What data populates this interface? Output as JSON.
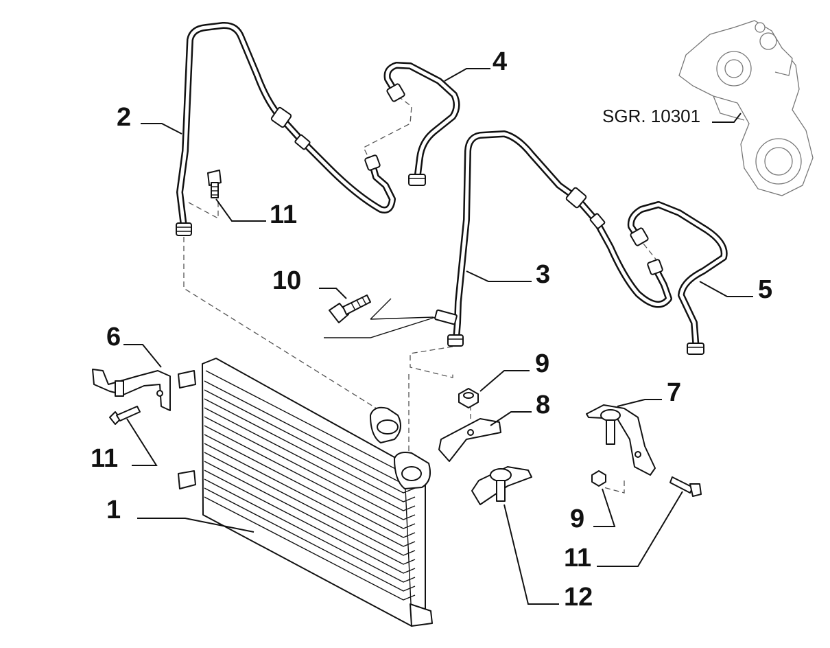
{
  "diagram": {
    "reference_label": "SGR. 10301",
    "callouts": [
      {
        "id": "c1",
        "label": "1"
      },
      {
        "id": "c2",
        "label": "2"
      },
      {
        "id": "c3",
        "label": "3"
      },
      {
        "id": "c4",
        "label": "4"
      },
      {
        "id": "c5",
        "label": "5"
      },
      {
        "id": "c6",
        "label": "6"
      },
      {
        "id": "c7",
        "label": "7"
      },
      {
        "id": "c8",
        "label": "8"
      },
      {
        "id": "c9a",
        "label": "9"
      },
      {
        "id": "c9b",
        "label": "9"
      },
      {
        "id": "c10",
        "label": "10"
      },
      {
        "id": "c11a",
        "label": "11"
      },
      {
        "id": "c11b",
        "label": "11"
      },
      {
        "id": "c11c",
        "label": "11"
      },
      {
        "id": "c12",
        "label": "12"
      }
    ]
  }
}
